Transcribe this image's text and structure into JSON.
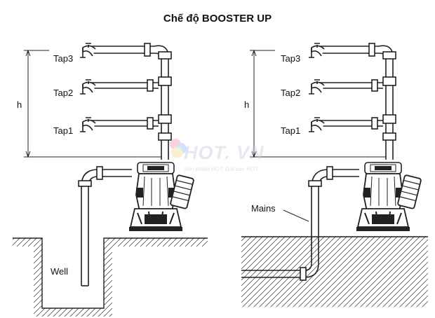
{
  "title": "Chế độ BOOSTER UP",
  "left": {
    "taps": [
      "Tap3",
      "Tap2",
      "Tap1"
    ],
    "height_label": "h",
    "source_label": "Well"
  },
  "right": {
    "taps": [
      "Tap3",
      "Tap2",
      "Tap1"
    ],
    "height_label": "h",
    "source_label": "Mains"
  },
  "watermark": {
    "text": "HOT. VN",
    "subtext": "Sản phẩm HOT, Giá cực HOT"
  }
}
